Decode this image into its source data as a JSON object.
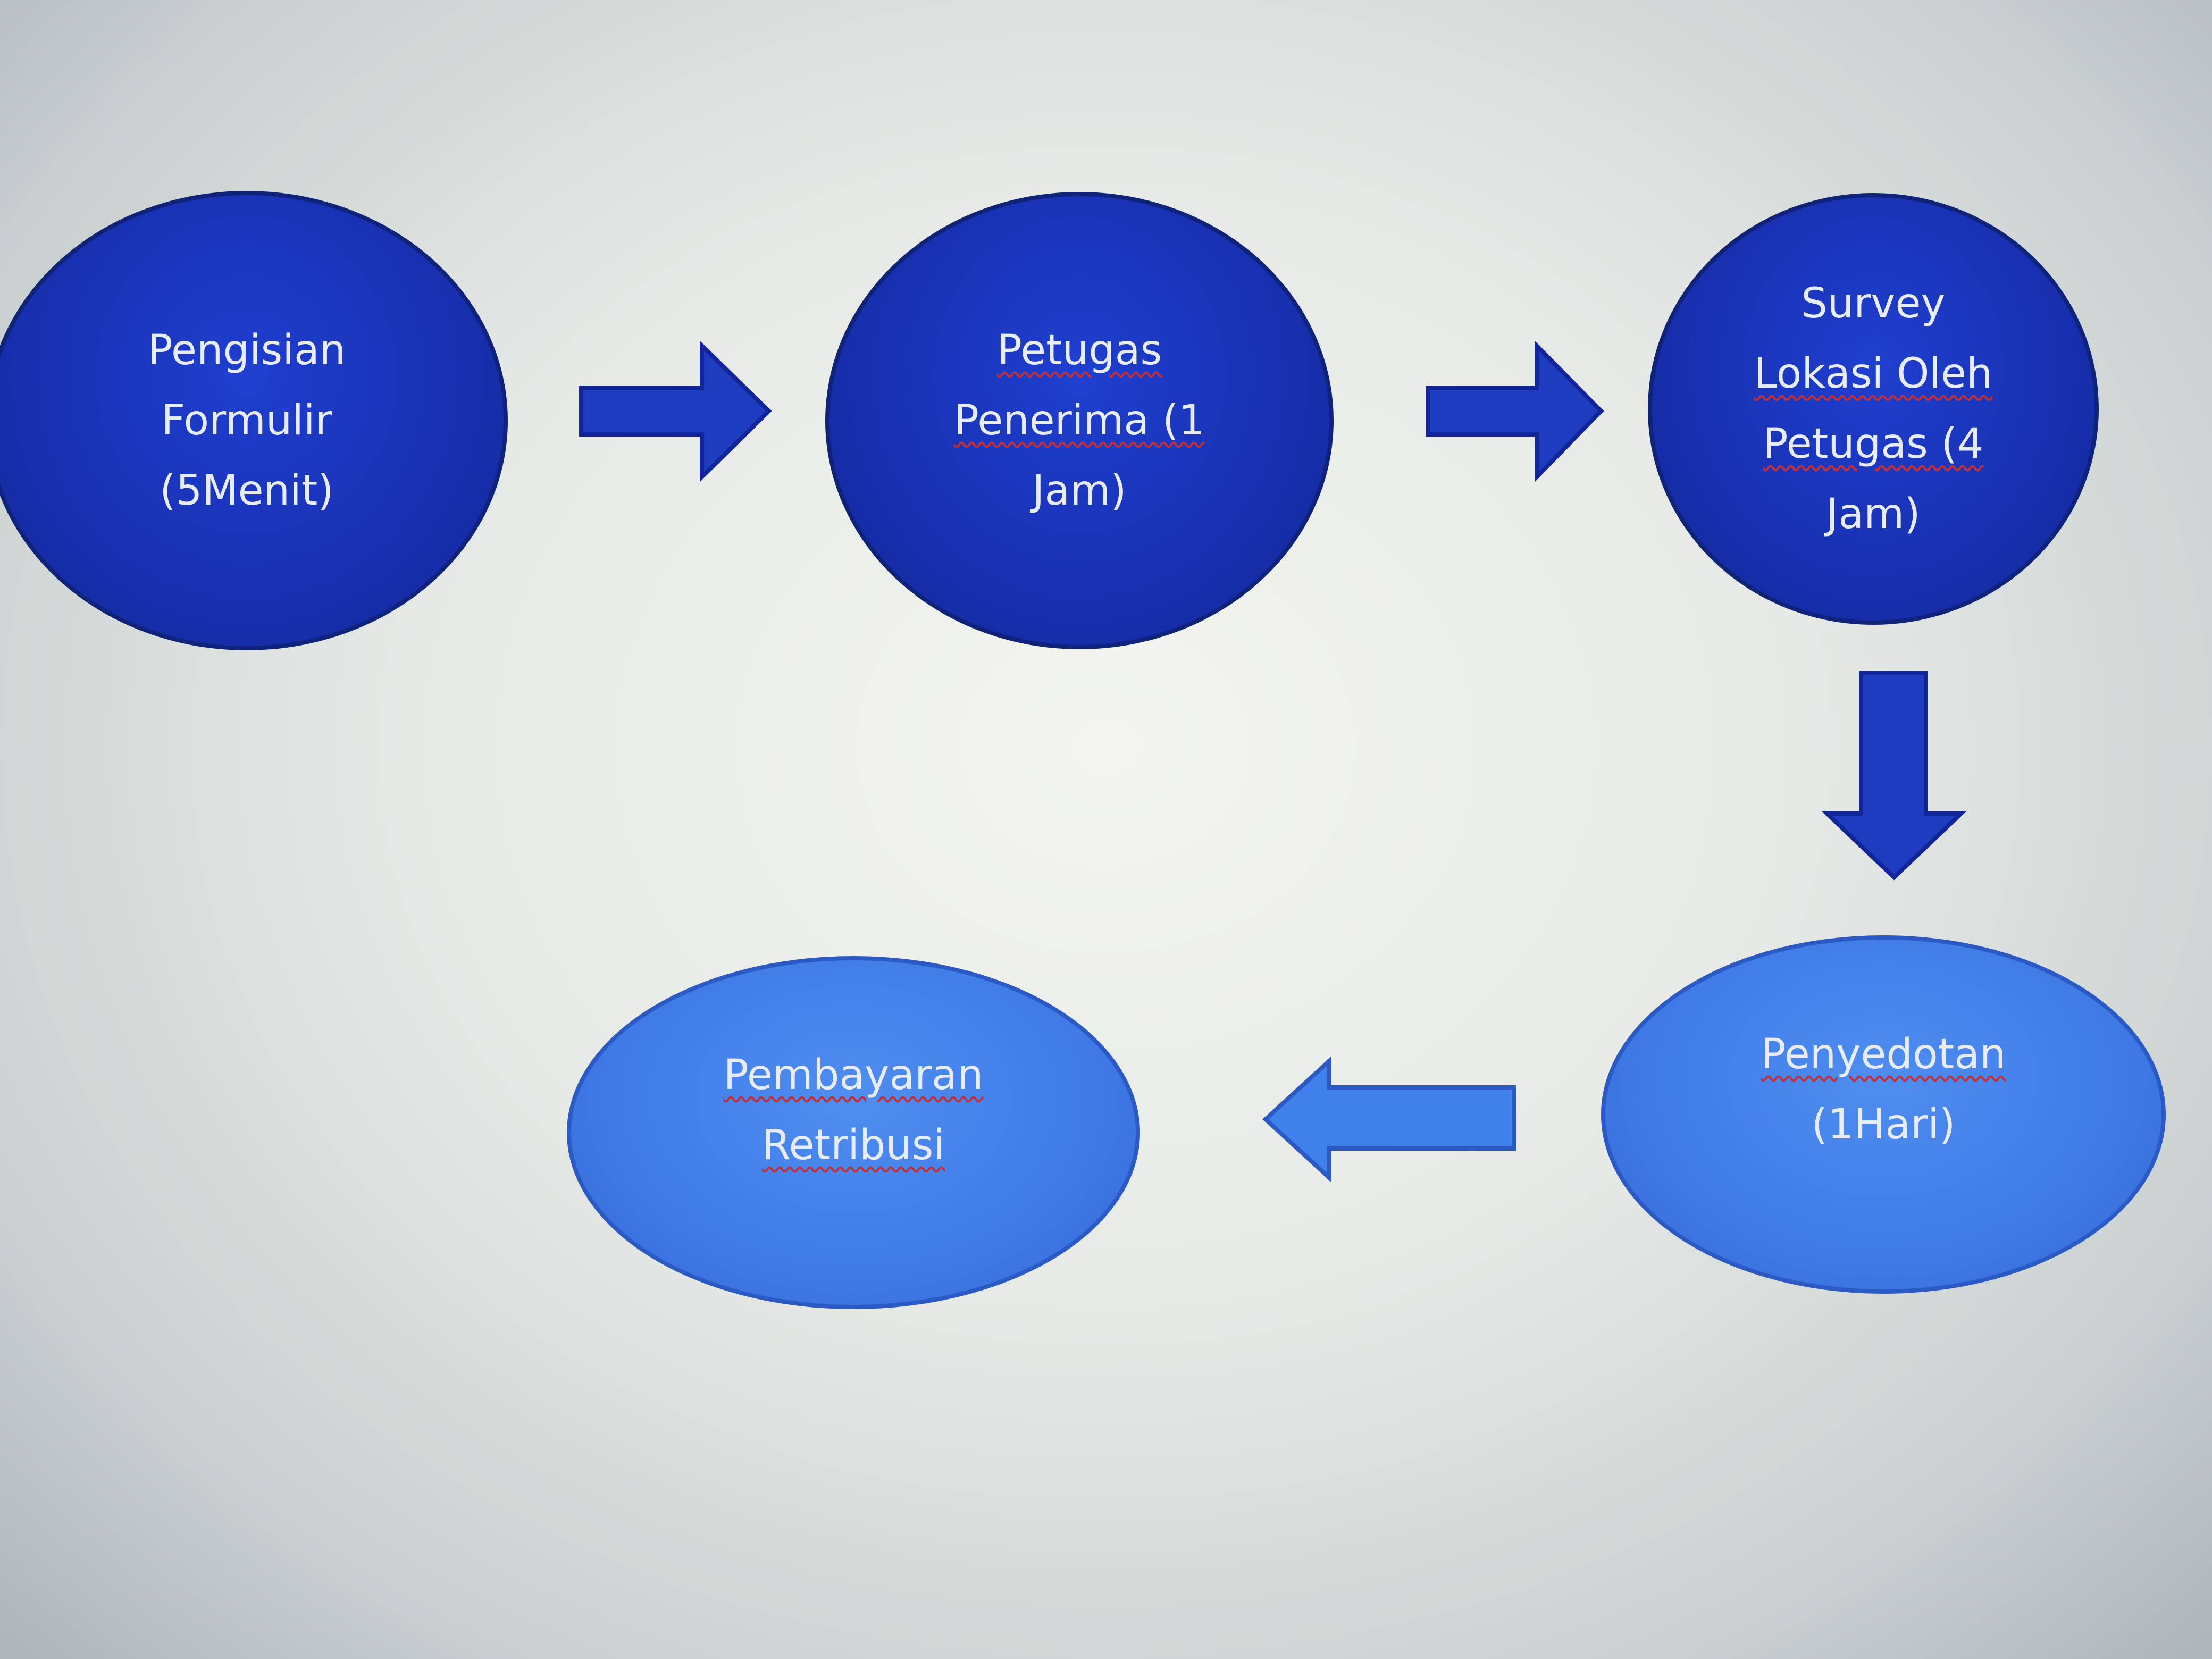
{
  "nodes": [
    {
      "lines": [
        "Pengisian",
        "Formulir",
        "(5Menit)"
      ]
    },
    {
      "lines": [
        "Petugas",
        "Penerima (1",
        "Jam)"
      ]
    },
    {
      "lines": [
        "Survey",
        "Lokasi Oleh",
        "Petugas (4",
        "Jam)"
      ]
    },
    {
      "lines": [
        "Penyedotan",
        "(1Hari)"
      ]
    },
    {
      "lines": [
        "Pembayaran",
        "Retribusi"
      ]
    }
  ],
  "colors": {
    "dark_node": "#1830b0",
    "light_node": "#3f7ae6",
    "arrow_dark": "#1e3cc0",
    "arrow_light": "#3f80ea"
  }
}
